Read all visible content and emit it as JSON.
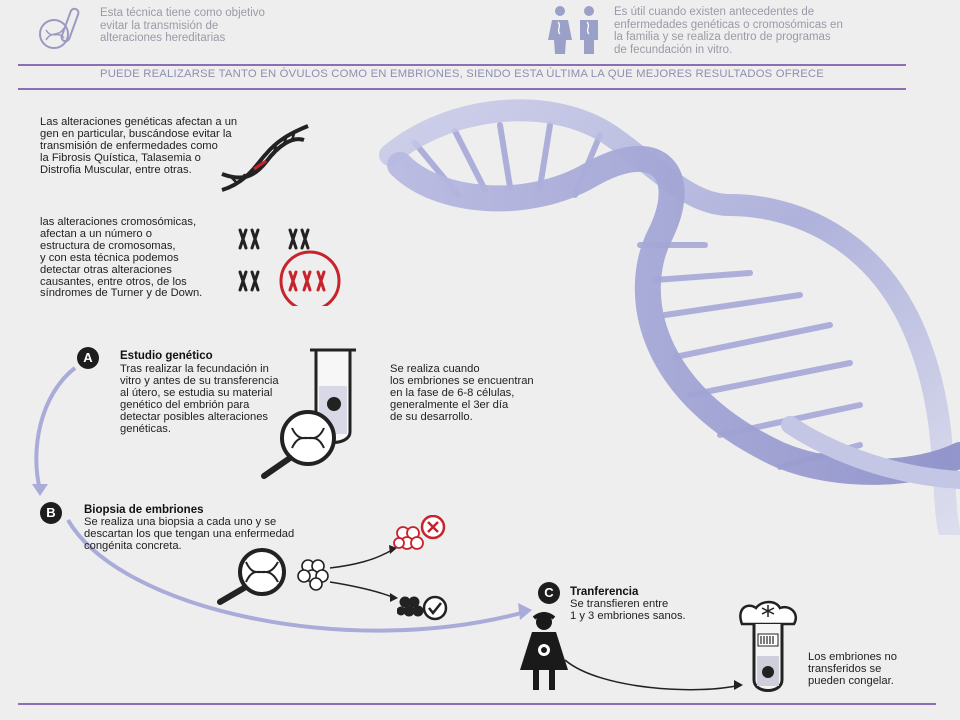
{
  "colors": {
    "accent": "#7a5aa8",
    "lavender": "#a9abd8",
    "red": "#c8232c",
    "text": "#1f1f1f",
    "muted": "#9a9aa8"
  },
  "header": {
    "left_text": [
      "Esta técnica tiene como objetivo",
      "evitar la transmisión de",
      "alteraciones hereditarias"
    ],
    "right_text": [
      "Es útil cuando existen antecedentes de",
      "enfermedades genéticas o cromosómicas en",
      "la familia y se realiza dentro de programas",
      "de fecundación in vitro."
    ],
    "left_icon": "test-tube-dna-icon",
    "right_icon": "couple-icon"
  },
  "banner": "PUEDE REALIZARSE TANTO EN ÓVULOS COMO EN EMBRIONES, SIENDO ESTA ÚLTIMA LA QUE MEJORES RESULTADOS OFRECE",
  "genetic": [
    "Las alteraciones genéticas afectan a un",
    "gen en particular, buscándose evitar la",
    "transmisión de enfermedades como",
    "la Fibrosis Quística, Talasemia o",
    "Distrofia Muscular, entre otras."
  ],
  "chromosomal": [
    "las alteraciones cromosómicas,",
    "afectan a un número o",
    "estructura de cromosomas,",
    "y con esta técnica podemos",
    "detectar otras alteraciones",
    "causantes, entre otros, de los",
    "síndromes de Turner y de Down."
  ],
  "step_a": {
    "letter": "A",
    "title": "Estudio genético",
    "text": [
      "Tras realizar la fecundación in",
      "vitro y antes de su transferencia",
      "al útero, se estudia su material",
      "genético del embrión para",
      "detectar posibles alteraciones",
      "genéticas."
    ],
    "side_text": [
      "Se realiza cuando",
      "los embriones se encuentran",
      "en la fase de 6-8 células,",
      "generalmente el 3er día",
      "de su desarrollo."
    ]
  },
  "step_b": {
    "letter": "B",
    "title": "Biopsia de embriones",
    "text": [
      "Se realiza una biopsia a cada uno y se",
      "descartan los que tengan una enfermedad",
      "congénita concreta."
    ]
  },
  "step_c": {
    "letter": "C",
    "title": "Tranferencia",
    "text": [
      "Se transfieren entre",
      "1 y 3 embriones sanos."
    ],
    "frozen_text": [
      "Los embriones no",
      "transferidos se",
      "pueden congelar."
    ]
  }
}
